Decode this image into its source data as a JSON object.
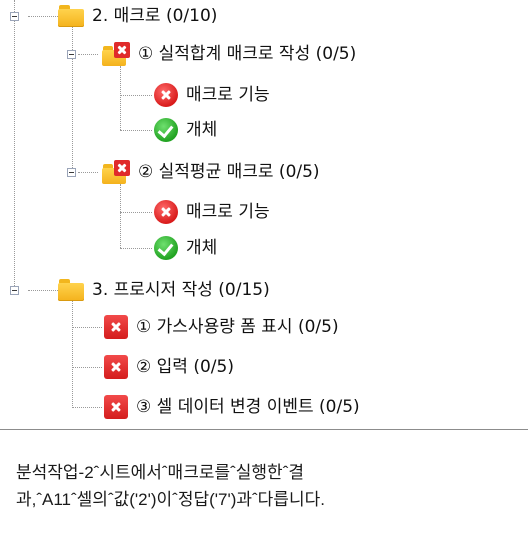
{
  "tree": {
    "group2": {
      "label": "2. 매크로 (0/10)",
      "children": [
        {
          "label": "① 실적합계 매크로 작성 (0/5)",
          "items": [
            {
              "label": "매크로 기능",
              "status": "fail"
            },
            {
              "label": "개체",
              "status": "pass"
            }
          ]
        },
        {
          "label": "② 실적평균 매크로 (0/5)",
          "items": [
            {
              "label": "매크로 기능",
              "status": "fail"
            },
            {
              "label": "개체",
              "status": "pass"
            }
          ]
        }
      ]
    },
    "group3": {
      "label": "3. 프로시저 작성 (0/15)",
      "items": [
        {
          "label": "① 가스사용량 폼 표시 (0/5)",
          "status": "fail"
        },
        {
          "label": "② 입력 (0/5)",
          "status": "fail"
        },
        {
          "label": "③ 셀 데이터 변경 이벤트 (0/5)",
          "status": "fail"
        }
      ]
    }
  },
  "description": {
    "line1": "분석작업-2ˆ시트에서ˆ매크로를ˆ실행한ˆ결",
    "line2": "과,ˆA11ˆ셀의ˆ값('2')이ˆ정답('7')과ˆ다릅니다."
  },
  "colors": {
    "fail": "#d91c1c",
    "pass": "#22a322",
    "folder": "#f4b21c"
  }
}
